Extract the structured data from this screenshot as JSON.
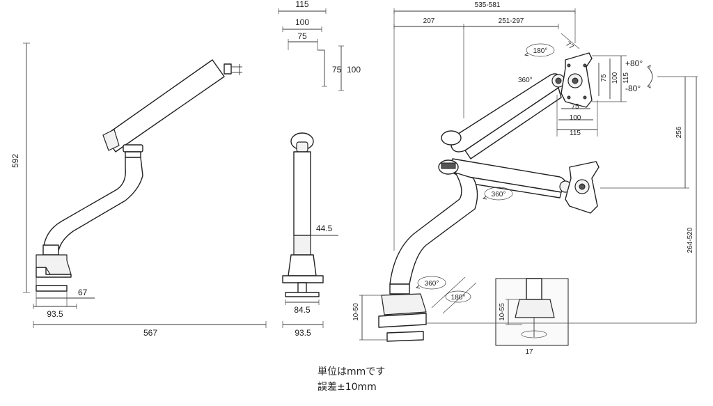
{
  "side_view": {
    "height": "592",
    "base_depth_inner": "67",
    "base_depth": "93.5",
    "total_reach": "567"
  },
  "vesa_small": {
    "w115": "115",
    "w100": "100",
    "w75": "75",
    "h75": "75",
    "h100": "100"
  },
  "front_view": {
    "pole_width": "44.5",
    "base_inner": "84.5",
    "base_outer": "93.5"
  },
  "iso_view": {
    "reach": "535-581",
    "seg1": "207",
    "seg2": "251-297",
    "tilt_offset": "77",
    "rot180_top": "180°",
    "rot360_head": "360°",
    "tilt_up": "+80°",
    "tilt_down": "-80°",
    "vesa_75": "75",
    "vesa_100": "100",
    "vesa_115": "115",
    "vesa_v75": "75",
    "vesa_v100": "100",
    "vesa_v115": "115",
    "height_mid": "256",
    "rot360_mid": "360°",
    "height_range": "264-520",
    "clamp_range": "10-50",
    "rot360_base": "360°",
    "rot180_base": "180°",
    "grommet_range": "10-55",
    "grommet_hole": "17"
  },
  "notes": {
    "unit": "単位はmmです",
    "tolerance": "誤差±10mm"
  }
}
